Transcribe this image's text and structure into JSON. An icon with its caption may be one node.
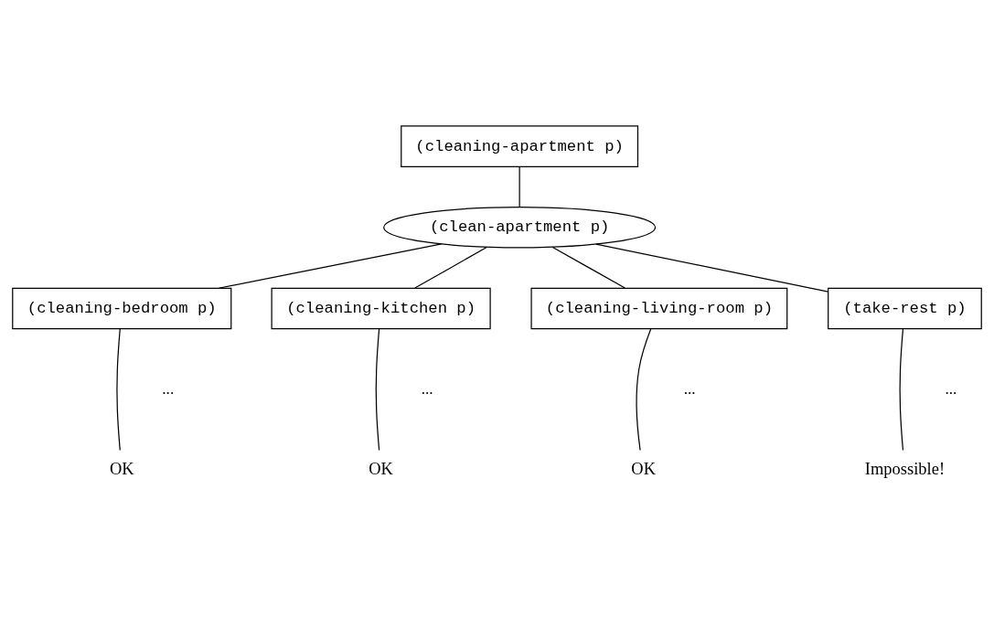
{
  "diagram": {
    "nodes": [
      {
        "text": [
          "(cleaning-apartment p)"
        ]
      },
      {
        "text": [
          "(clean-apartment p)"
        ]
      },
      {
        "text": [
          "(cleaning-bedroom p)"
        ]
      },
      {
        "text": [
          "(cleaning-kitchen p)"
        ]
      },
      {
        "text": [
          "(cleaning-living-room p)"
        ]
      },
      {
        "text": [
          "(take-rest p)"
        ]
      },
      {
        "text": [
          "OK"
        ]
      },
      {
        "text": [
          "OK"
        ]
      },
      {
        "text": [
          "OK"
        ]
      },
      {
        "text": [
          "Impossible!"
        ]
      }
    ],
    "edges": [
      {
        "from": 0,
        "to": 1,
        "arrow": "none"
      },
      {
        "from": 1,
        "to": 2,
        "arrow": "none"
      },
      {
        "from": 1,
        "to": 3,
        "arrow": "none"
      },
      {
        "from": 1,
        "to": 4,
        "arrow": "none"
      },
      {
        "from": 1,
        "to": 5,
        "arrow": "none"
      },
      {
        "from": 2,
        "to": 6,
        "arrow": "none"
      },
      {
        "from": 3,
        "to": 7,
        "arrow": "none"
      },
      {
        "from": 4,
        "to": 8,
        "arrow": "none"
      },
      {
        "from": 5,
        "to": 9,
        "arrow": "none"
      }
    ],
    "labels": [
      "...",
      "...",
      "...",
      "..."
    ]
  }
}
